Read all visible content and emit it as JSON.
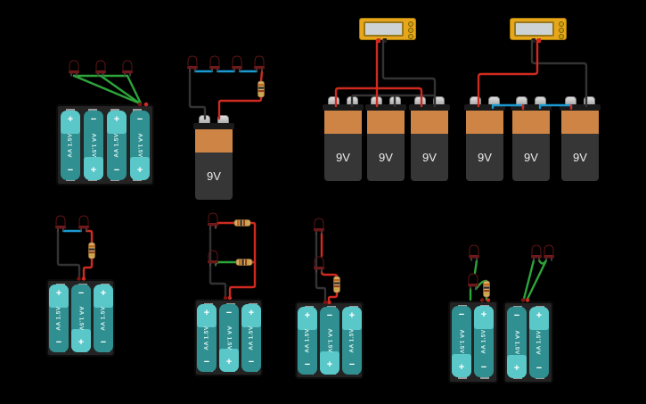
{
  "app": {
    "description": "circuit sandbox canvas with battery configurations"
  },
  "labels": {
    "aa_battery": "AA 1.5V",
    "nine_v": "9V",
    "plus": "+",
    "minus": "−"
  },
  "multimeter": {
    "display_value": ""
  },
  "colors": {
    "background": "#000000",
    "aa_body_teal": "#2f8f91",
    "aa_cap_light_teal": "#5ac7c9",
    "holder_dark": "#232323",
    "nine_v_band_orange": "#cd8444",
    "nine_v_body": "#363636",
    "multimeter_yellow": "#e8a61a",
    "multimeter_screen_gray": "#cdd2d4",
    "wire_red": "#cf2a20",
    "wire_black": "#333333",
    "wire_green": "#2da53a",
    "wire_blue": "#1b9ad2",
    "led_dark_red": "#8c2325",
    "resistor_tan": "#d7ab69",
    "terminal_dot_red": "#cf2a20",
    "terminal_dot_dark": "#7c1412"
  }
}
